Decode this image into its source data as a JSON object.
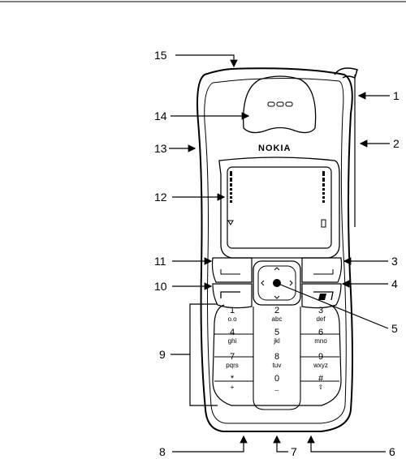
{
  "brand": "NOKIA",
  "callouts": [
    "1",
    "2",
    "3",
    "4",
    "5",
    "6",
    "7",
    "8",
    "9",
    "10",
    "11",
    "12",
    "13",
    "14",
    "15"
  ],
  "keys": [
    {
      "main": "1",
      "sub": "o.o"
    },
    {
      "main": "2",
      "sub": "abc"
    },
    {
      "main": "3",
      "sub": "def"
    },
    {
      "main": "4",
      "sub": "ghi"
    },
    {
      "main": "5",
      "sub": "jkl"
    },
    {
      "main": "6",
      "sub": "mno"
    },
    {
      "main": "7",
      "sub": "pqrs"
    },
    {
      "main": "8",
      "sub": "tuv"
    },
    {
      "main": "9",
      "sub": "wxyz"
    },
    {
      "main": "*",
      "sub": "+"
    },
    {
      "main": "0",
      "sub": "_"
    },
    {
      "main": "#",
      "sub": "⇧"
    }
  ]
}
